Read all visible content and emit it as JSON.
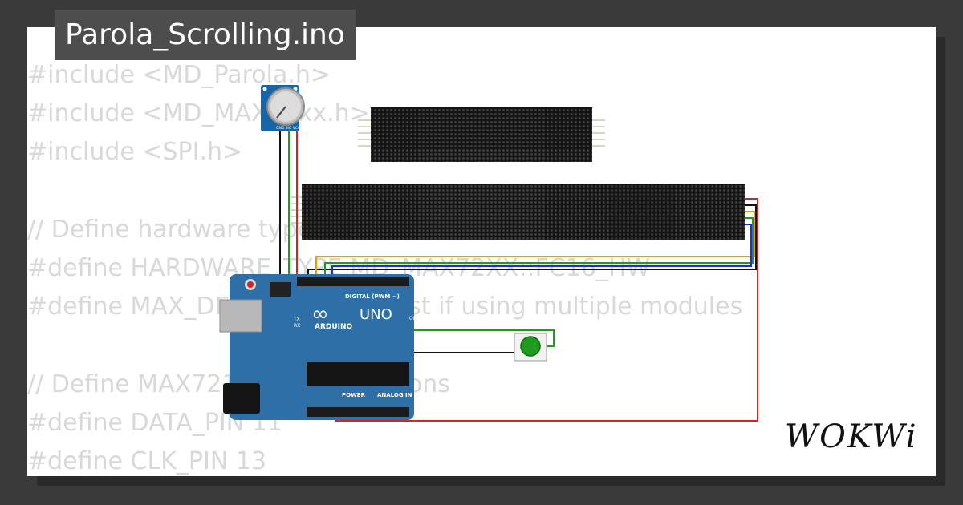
{
  "project": {
    "filename": "Parola_Scrolling.ino"
  },
  "code_lines": [
    "#include <MD_Parola.h>",
    "#include <MD_MAX72xx.h>",
    "#include <SPI.h>",
    "",
    "// Define hardware type and number of matrices",
    "#define HARDWARE_TYPE MD_MAX72XX::FC16_HW",
    "#define MAX_DEVICES 4 // Adjust if using multiple modules",
    "",
    "// Define MAX7219 pin connections",
    "#define DATA_PIN 11",
    "#define CLK_PIN 13"
  ],
  "arduino": {
    "brand": "ARDUINO",
    "model": "UNO",
    "digital_header": "DIGITAL (PWM ~)",
    "power_header": "POWER",
    "analog_header": "ANALOG IN",
    "on_label": "ON",
    "tx_label": "TX",
    "rx_label": "RX"
  },
  "pot": {
    "pin_labels": "GND SIG VCC"
  },
  "wire_colors": {
    "red": "#e02020",
    "black": "#111111",
    "green": "#1f9c1f",
    "blue": "#1a2fd6",
    "orange": "#e8a000"
  },
  "brand": {
    "logo": "WOKWi"
  }
}
